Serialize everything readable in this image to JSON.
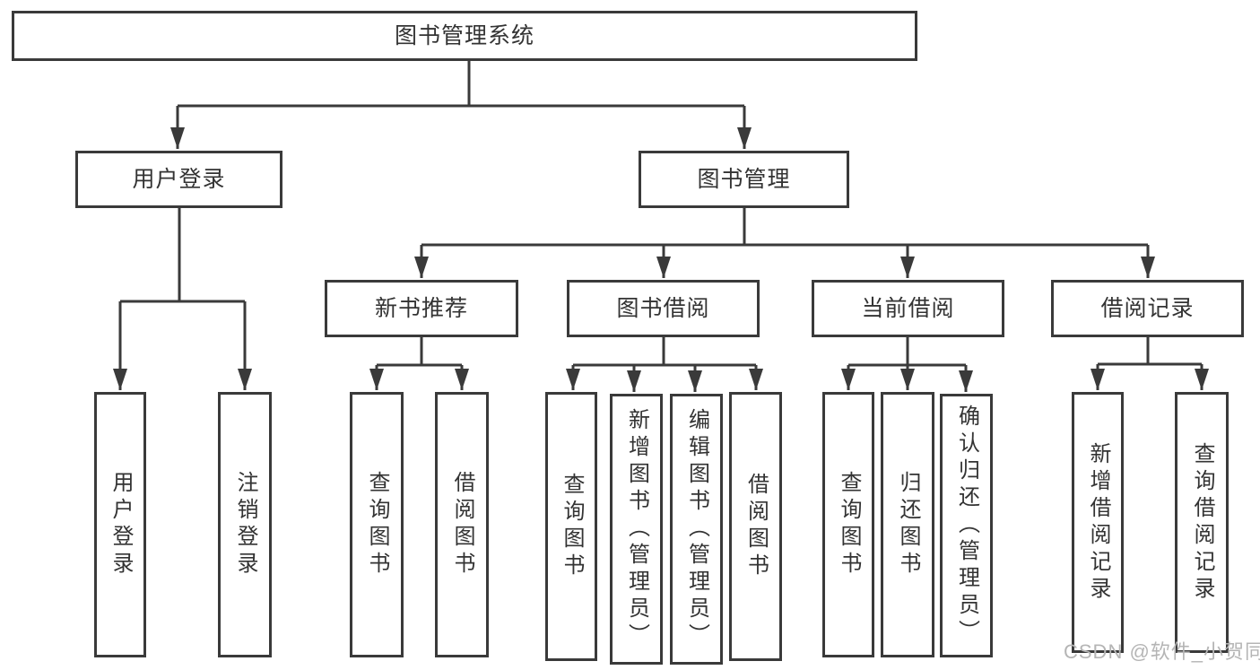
{
  "colors": {
    "line": "#3a3a3a",
    "box_border": "#3a3a3a",
    "box_fill": "#ffffff",
    "text": "#333333",
    "watermark": "#b5b5b5",
    "background": "#ffffff"
  },
  "watermark": {
    "text": "CSDN @软件_小贺同学"
  },
  "tree": {
    "root": {
      "label": "图书管理系统"
    },
    "branches": [
      {
        "label": "用户登录",
        "children": [
          {
            "label": "用户登录"
          },
          {
            "label": "注销登录"
          }
        ]
      },
      {
        "label": "图书管理",
        "children": [
          {
            "label": "新书推荐",
            "children": [
              {
                "label": "查询图书"
              },
              {
                "label": "借阅图书"
              }
            ]
          },
          {
            "label": "图书借阅",
            "children": [
              {
                "label": "查询图书"
              },
              {
                "label": "新增图书（管理员）"
              },
              {
                "label": "编辑图书（管理员）"
              },
              {
                "label": "借阅图书"
              }
            ]
          },
          {
            "label": "当前借阅",
            "children": [
              {
                "label": "查询图书"
              },
              {
                "label": "归还图书"
              },
              {
                "label": "确认归还（管理员）"
              }
            ]
          },
          {
            "label": "借阅记录",
            "children": [
              {
                "label": "新增借阅记录"
              },
              {
                "label": "查询借阅记录"
              }
            ]
          }
        ]
      }
    ]
  }
}
